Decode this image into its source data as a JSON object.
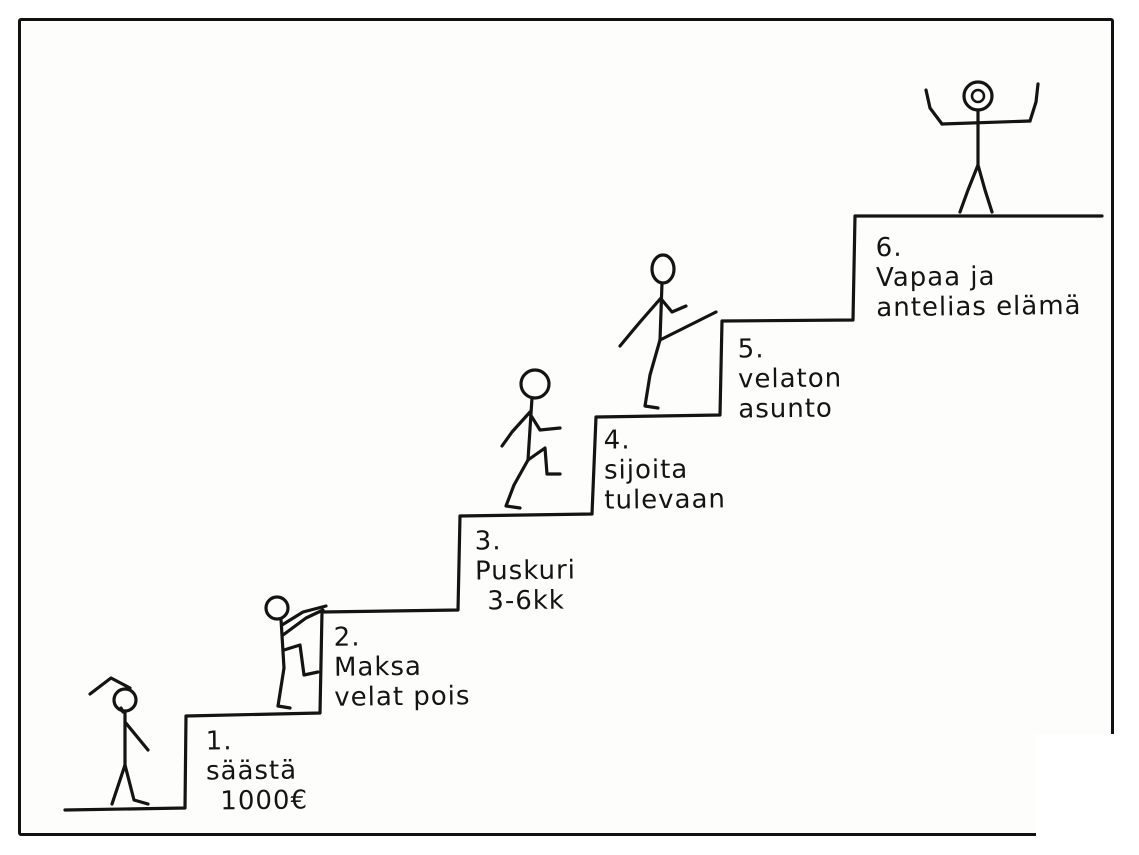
{
  "steps": [
    {
      "number": "1.",
      "lines": [
        "säästä",
        "1000€"
      ]
    },
    {
      "number": "2.",
      "lines": [
        "Maksa",
        "velat pois"
      ]
    },
    {
      "number": "3.",
      "lines": [
        "Puskuri",
        "3-6kk"
      ]
    },
    {
      "number": "4.",
      "lines": [
        "sijoita",
        "tulevaan"
      ]
    },
    {
      "number": "5.",
      "lines": [
        "velaton",
        "asunto"
      ]
    },
    {
      "number": "6.",
      "lines": [
        "Vapaa ja",
        "antelias elämä"
      ]
    }
  ],
  "figures": [
    "stick-figure-thinking",
    "stick-figure-climbing",
    "stick-figure-walking",
    "stick-figure-kicking",
    "stick-figure-celebrating"
  ]
}
